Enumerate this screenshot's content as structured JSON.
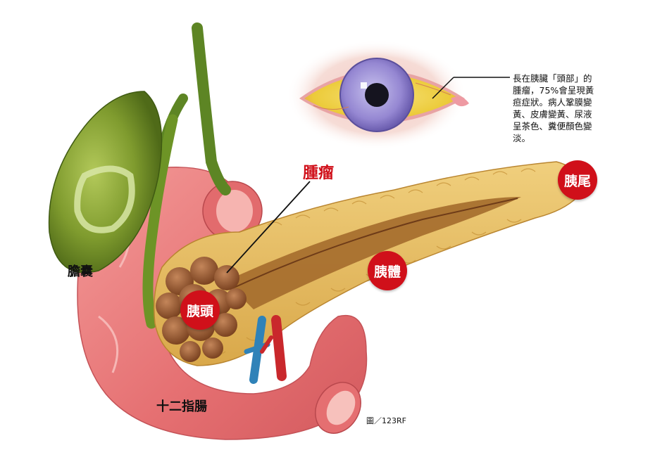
{
  "labels": {
    "gallbladder": "膽囊",
    "duodenum": "十二指腸",
    "tumor": "腫瘤",
    "head": "胰頭",
    "body": "胰體",
    "tail": "胰尾"
  },
  "note": "長在胰臟「頭部」的\n腫瘤，75%會呈現黃\n疸症狀。病人鞏膜變\n黃、皮膚變黃、尿液\n呈茶色、糞便顏色變\n淡。",
  "credit": "圖／123RF",
  "colors": {
    "badge": "#d0101a",
    "tumor_label": "#d0101a",
    "gallbladder": "#7a9a2c",
    "duodenum": "#e9787a",
    "pancreas": "#e8c36a",
    "sclera_yellow": "#f1d64a",
    "iris": "#9f93d6"
  },
  "icons": [
    "eye-illustration",
    "gallbladder-organ",
    "duodenum-organ",
    "pancreas-organ",
    "blood-vessels"
  ]
}
